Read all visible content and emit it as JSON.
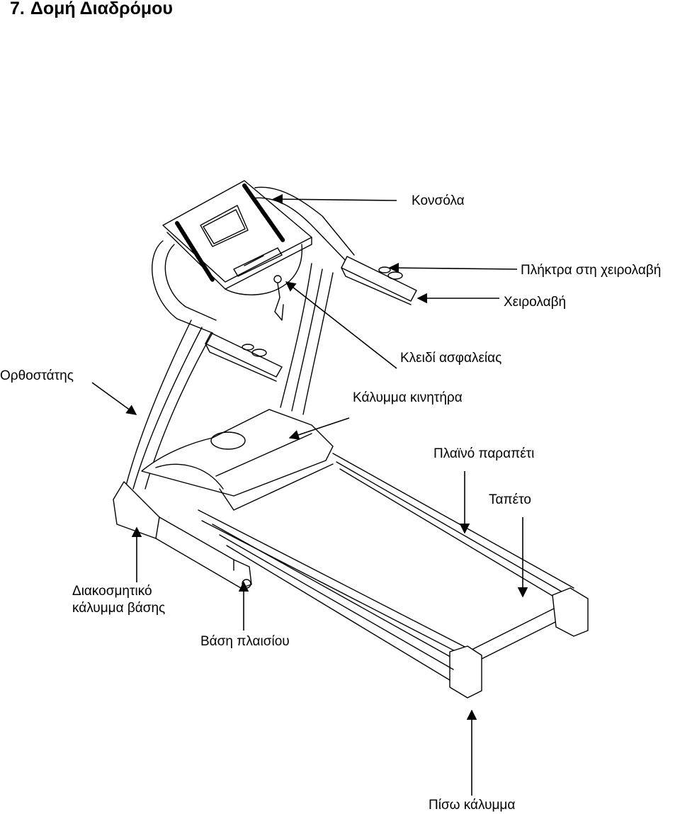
{
  "title": {
    "number": "7.",
    "text": "Δομή Διαδρόμου"
  },
  "labels": {
    "console": "Κονσόλα",
    "handlebar_keys": "Πλήκτρα στη χειρολαβή",
    "handlebar": "Χειρολαβή",
    "safety_key": "Κλειδί ασφαλείας",
    "upright": "Ορθοστάτης",
    "motor_cover": "Κάλυμμα κινητήρα",
    "side_rail": "Πλαϊνό παραπέτι",
    "belt": "Ταπέτο",
    "base_cover_line1": "Διακοσμητικό",
    "base_cover_line2": "κάλυμμα βάσης",
    "frame_base": "Βάση πλαισίου",
    "rear_cover": "Πίσω κάλυμμα"
  },
  "colors": {
    "line": "#000000",
    "background": "#ffffff"
  },
  "image": {
    "description_icon": "treadmill-line-drawing"
  }
}
